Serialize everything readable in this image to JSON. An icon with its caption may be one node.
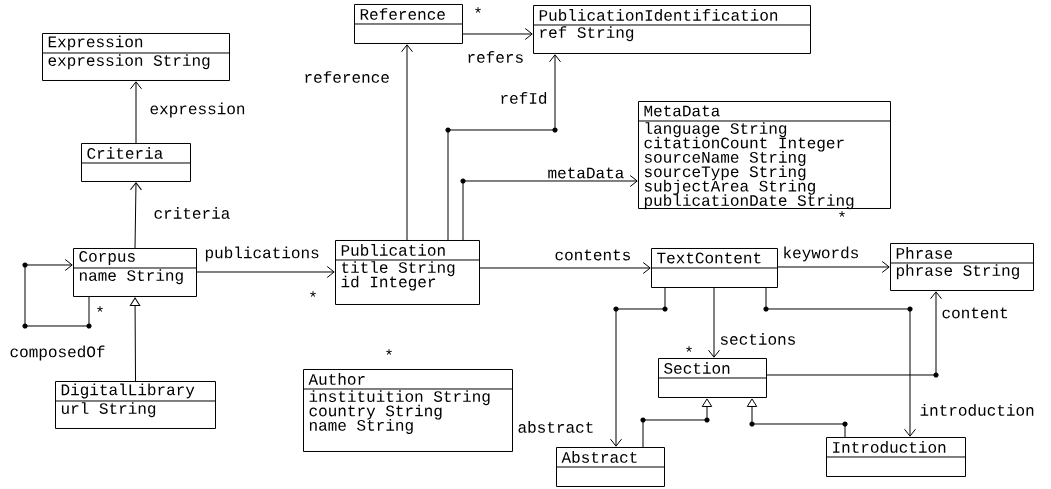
{
  "diagram": {
    "nodes": [
      {
        "text": [
          "Expression",
          "expression String"
        ]
      },
      {
        "text": [
          "Criteria"
        ]
      },
      {
        "text": [
          "Corpus",
          "name String"
        ]
      },
      {
        "text": [
          "DigitalLibrary",
          "url String"
        ]
      },
      {
        "text": [
          "Reference"
        ]
      },
      {
        "text": [
          "PublicationIdentification",
          "ref String"
        ]
      },
      {
        "text": [
          "MetaData",
          "language String",
          "citationCount Integer",
          "sourceName String",
          "sourceType String",
          "subjectArea String",
          "publicationDate String"
        ]
      },
      {
        "text": [
          "Publication",
          "title String",
          "id Integer"
        ]
      },
      {
        "text": [
          "TextContent"
        ]
      },
      {
        "text": [
          "Phrase",
          "phrase String"
        ]
      },
      {
        "text": [
          "Author",
          "instituition String",
          "country String",
          "name String"
        ]
      },
      {
        "text": [
          "Section"
        ]
      },
      {
        "text": [
          "Abstract"
        ]
      },
      {
        "text": [
          "Introduction"
        ]
      }
    ],
    "edges": [
      {
        "from": 1,
        "to": 0,
        "arrow": "to",
        "label": "expression"
      },
      {
        "from": 2,
        "to": 1,
        "arrow": "to",
        "label": "criteria"
      },
      {
        "from": 2,
        "to": 2,
        "arrow": "to",
        "label": "composedOf"
      },
      {
        "from": 3,
        "to": 2,
        "arrow": "to"
      },
      {
        "from": 2,
        "to": 7,
        "arrow": "to",
        "label": "publications"
      },
      {
        "from": 7,
        "to": 4,
        "arrow": "to",
        "label": "reference"
      },
      {
        "from": 4,
        "to": 5,
        "arrow": "to",
        "label": "refers"
      },
      {
        "from": 7,
        "to": 5,
        "arrow": "to",
        "label": "refId"
      },
      {
        "from": 7,
        "to": 6,
        "arrow": "to",
        "label": "metaData"
      },
      {
        "from": 7,
        "to": 8,
        "arrow": "to",
        "label": "contents"
      },
      {
        "from": 8,
        "to": 9,
        "arrow": "to",
        "label": "keywords"
      },
      {
        "from": 8,
        "to": 11,
        "arrow": "to",
        "label": "sections"
      },
      {
        "from": 8,
        "to": 12,
        "arrow": "to",
        "label": "abstract"
      },
      {
        "from": 8,
        "to": 13,
        "arrow": "to",
        "label": "introduction"
      },
      {
        "from": 11,
        "to": 9,
        "arrow": "to",
        "label": "content"
      },
      {
        "from": 12,
        "to": 11,
        "arrow": "to"
      },
      {
        "from": 13,
        "to": 11,
        "arrow": "to"
      }
    ],
    "labels": [
      "*",
      "*",
      "*",
      "*",
      "*",
      "*"
    ]
  }
}
